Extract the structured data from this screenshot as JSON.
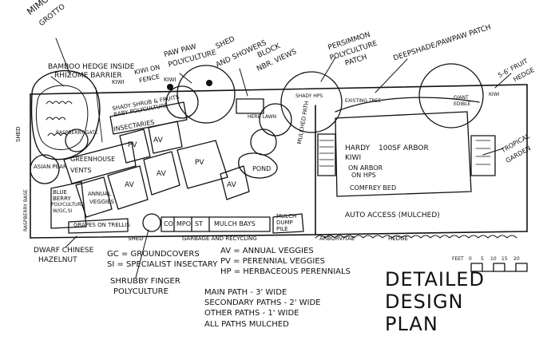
{
  "labels": {
    "mimosa": "MIMOSA/BAMBOO",
    "grotto": "GROTTO",
    "bamboo_hedge_1": "BAMBOO HEDGE INSIDE",
    "bamboo_hedge_2": "RHIZOME BARRIER",
    "kiwi_fence_1": "KIWI ON",
    "kiwi_fence_2": "FENCE",
    "kiwi_a": "KIWI",
    "kiwi_b": "KIWI",
    "pawpaw_1": "PAW PAW",
    "pawpaw_2": "POLYCULTURE",
    "shed_showers_1": "SHED",
    "shed_showers_2": "AND SHOWERS",
    "shed_showers_3": "BLOCK",
    "shed_showers_4": "NBR. VIEWS",
    "persimmon_1": "PERSIMMON",
    "persimmon_2": "POLYCULTURE",
    "persimmon_3": "PATCH",
    "deepshade": "DEEPSHADE/PAWPAW PATCH",
    "fruit_hedge_1": "5-6' FRUIT",
    "fruit_hedge_2": "HEDGE",
    "shady_shrub_1": "SHADY SHRUB & FRUITS",
    "shady_shrub_2": "BABY POLYCULTURE",
    "insectaries": "INSECTARIES",
    "greenhouse": "GREENHOUSE",
    "vents": "VENTS",
    "asian_pear": "ASIAN PEAR",
    "blue_berry_1": "BLUE",
    "blue_berry_2": "BERRY",
    "blue_berry_3": "POLYCULTURE",
    "blue_berry_4": "W/GC,SI",
    "raspberry": "RASPBERRY GATE",
    "grapes": "GRAPES ON TRELLIS",
    "annual_veggies_1": "ANNUAL",
    "annual_veggies_2": "VEGGIES",
    "herb_lawn": "HERB LAWN",
    "shady_hps": "SHADY HPS",
    "hardy_kiwi_1": "HARDY",
    "hardy_kiwi_2": "KIWI",
    "arbor": "100SF ARBOR",
    "on_arbor_1": "ON ARBOR",
    "on_arbor_2": "ON HPS",
    "comfrey": "COMFREY BED",
    "pond": "POND",
    "mulched_path": "MULCHED PATH",
    "auto_access": "AUTO ACCESS (MULCHED)",
    "tropical_1": "TROPICAL",
    "tropical_2": "GARDEN",
    "compost": "CO",
    "mpo": "MPO",
    "st": "ST",
    "mulch_bays": "MULCH BAYS",
    "mulch_dump_1": "MULCH",
    "mulch_dump_2": "DUMP",
    "mulch_dump_3": "PILE",
    "garbage": "GARBAGE AND RECYCLING",
    "shed_small": "SHED",
    "arborvitae": "ARBORVITAE",
    "hedge": "HEDGE",
    "dwarf_hazel_1": "DWARF CHINESE",
    "dwarf_hazel_2": "HAZELNUT",
    "shrubby_1": "SHRUBBY FINGER",
    "shrubby_2": "POLYCULTURE",
    "shed_v": "SHED",
    "raspberry_v": "RASPBERRY BASE",
    "existing_tree": "EXISTING TREE",
    "gorgeous_1": "GIANT",
    "gorgeous_2": "EDIBLE",
    "kiwi_c": "KIWI"
  },
  "legend": {
    "gc": "GC = GROUNDCOVERS",
    "si": "SI = SPECIALIST INSECTARY",
    "av": "AV = ANNUAL VEGGIES",
    "pv": "PV = PERENNIAL VEGGIES",
    "hp": "HP = HERBACEOUS PERENNIALS"
  },
  "bed_codes": {
    "pv1": "PV",
    "av1": "AV",
    "av2": "AV",
    "av3": "AV",
    "pv2": "PV",
    "av4": "AV"
  },
  "paths_note": {
    "line1": "MAIN PATH - 3' WIDE",
    "line2": "SECONDARY PATHS - 2' WIDE",
    "line3": "OTHER PATHS - 1' WIDE",
    "line4": "ALL PATHS MULCHED"
  },
  "title": {
    "line1": "DETAILED",
    "line2": "DESIGN",
    "line3": "PLAN"
  },
  "scale": {
    "unit": "FEET",
    "ticks": [
      "0",
      "5",
      "10",
      "15",
      "20"
    ]
  }
}
